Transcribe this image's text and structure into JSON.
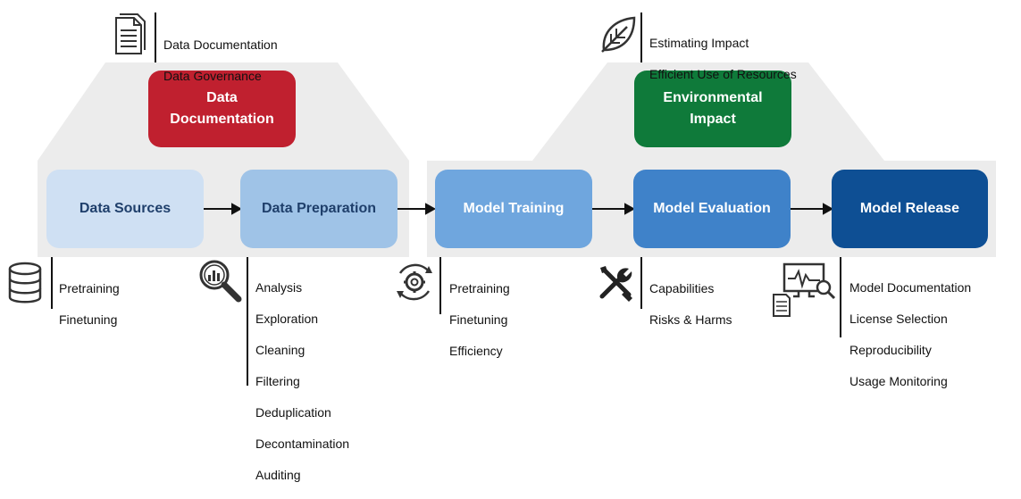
{
  "stages": {
    "data_documentation": "Data\nDocumentation",
    "environmental_impact": "Environmental\nImpact",
    "data_sources": "Data Sources",
    "data_preparation": "Data Preparation",
    "model_training": "Model Training",
    "model_evaluation": "Model Evaluation",
    "model_release": "Model Release"
  },
  "notes": {
    "documentation": [
      "Data Documentation",
      "Data Governance"
    ],
    "environmental": [
      "Estimating Impact",
      "Efficient Use of Resources"
    ],
    "data_sources": [
      "Pretraining",
      "Finetuning"
    ],
    "data_preparation": [
      "Analysis",
      "Exploration",
      "Cleaning",
      "Filtering",
      "Deduplication",
      "Decontamination",
      "Auditing"
    ],
    "model_training": [
      "Pretraining",
      "Finetuning",
      "Efficiency"
    ],
    "model_evaluation": [
      "Capabilities",
      "Risks & Harms"
    ],
    "model_release": [
      "Model Documentation",
      "License Selection",
      "Reproducibility",
      "Usage Monitoring"
    ]
  },
  "icons": {
    "documentation": "document-icon",
    "environmental": "leaf-icon",
    "data_sources": "database-icon",
    "data_preparation": "magnifier-chart-icon",
    "model_training": "gear-cycle-icon",
    "model_evaluation": "tools-icon",
    "model_release": "monitor-document-icon"
  },
  "colors": {
    "panel": "#ececec",
    "data_documentation": "#c0202f",
    "environmental_impact": "#0f7a3a",
    "data_sources": "#cfe0f3",
    "data_preparation": "#9fc3e7",
    "model_training": "#6fa6de",
    "model_evaluation": "#3f82c9",
    "model_release": "#0e4f94"
  }
}
